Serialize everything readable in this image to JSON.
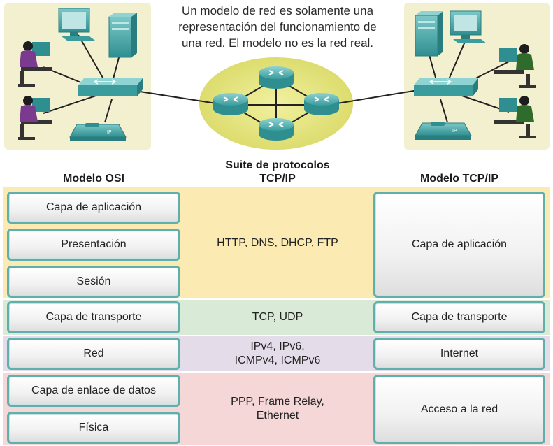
{
  "caption": {
    "line1": "Un modelo de red es solamente una",
    "line2": "representación del funcionamiento de",
    "line3": "una red. El modelo no es la red real."
  },
  "headers": {
    "osi": "Modelo OSI",
    "suite_line1": "Suite de protocolos",
    "suite_line2": "TCP/IP",
    "tcpip": "Modelo TCP/IP"
  },
  "osi_layers": [
    "Capa de aplicación",
    "Presentación",
    "Sesión",
    "Capa de transporte",
    "Red",
    "Capa de enlace de datos",
    "Física"
  ],
  "protocols": {
    "application": "HTTP, DNS, DHCP, FTP",
    "transport": "TCP, UDP",
    "internet_line1": "IPv4, IPv6,",
    "internet_line2": "ICMPv4, ICMPv6",
    "access_line1": "PPP, Frame Relay,",
    "access_line2": "Ethernet"
  },
  "tcpip_layers": {
    "application": "Capa de aplicación",
    "transport": "Capa de transporte",
    "internet": "Internet",
    "network_access": "Acceso a la red"
  },
  "phone_label": "IP",
  "colors": {
    "band_application": "#fbebb3",
    "band_transport": "#d9ead7",
    "band_internet": "#e5dcea",
    "band_access": "#f6d7d7",
    "box_border": "#5fb0ad",
    "device_teal": "#4aa7a8"
  }
}
